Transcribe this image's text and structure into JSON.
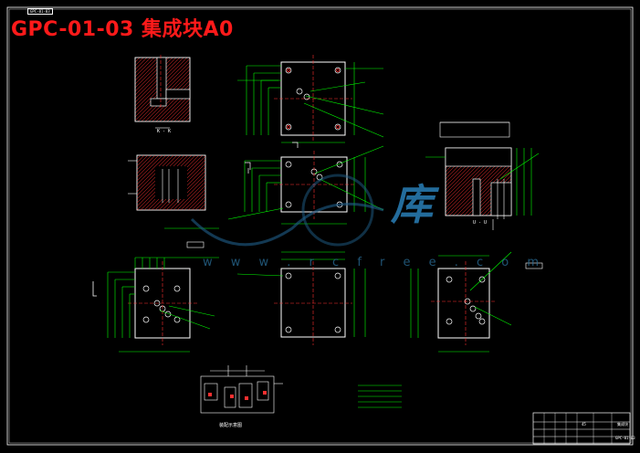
{
  "title": "GPC-01-03 集成块A0",
  "corner_tag": "GPC-01-03",
  "views": {
    "section_kk": "K - K",
    "section_uu": "U - U",
    "assembly_label": "装配示意图"
  },
  "title_block": {
    "drawing_no": "GPC-01-03",
    "name": "集成块",
    "material": "45"
  },
  "watermark": {
    "site": "w w w . r c f r e e . c o m",
    "brand": "库"
  },
  "colors": {
    "background": "#000000",
    "outline": "#ffffff",
    "dimension": "#00ff00",
    "center": "#ff3030",
    "hatch": "#ff3030",
    "title": "#ff1a1a"
  }
}
